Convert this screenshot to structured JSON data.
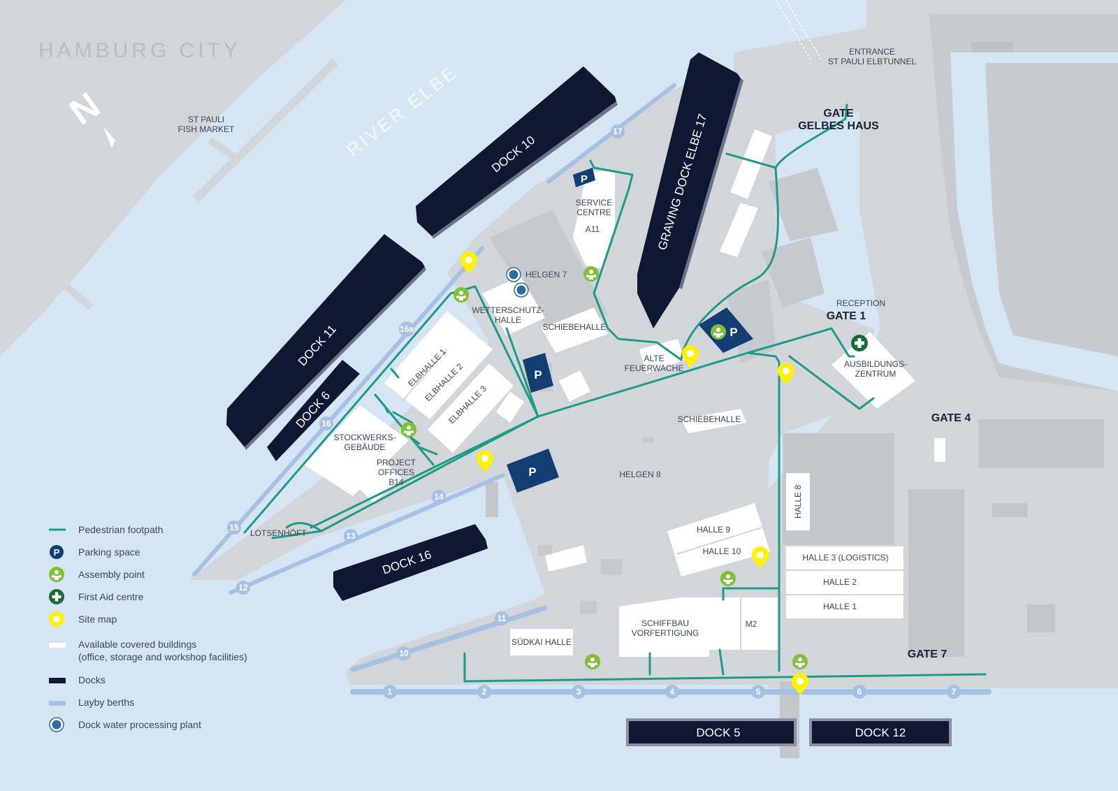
{
  "map": {
    "city_label": "HAMBURG CITY",
    "river_label": "RIVER ELBE",
    "north_label": "N",
    "places": {
      "fish_market": [
        "ST PAULI",
        "FISH MARKET"
      ],
      "entrance": [
        "ENTRANCE",
        "ST PAULI ELBTUNNEL"
      ],
      "service_centre": [
        "SERVICE",
        "CENTRE",
        "A11"
      ],
      "helgen7": "HELGEN 7",
      "wetterschutz": [
        "WETTERSCHUTZ-",
        "HALLE"
      ],
      "schiebehalle_top": "SCHIEBEHALLE",
      "schiebehalle_mid": "SCHIEBEHALLE",
      "alte_feuerwache": [
        "ALTE",
        "FEUERWACHE"
      ],
      "reception": "RECEPTION",
      "ausbildung": [
        "AUSBILDUNGS-",
        "ZENTRUM"
      ],
      "elbhalle1": "ELBHALLE 1",
      "elbhalle2": "ELBHALLE 2",
      "elbhalle3": "ELBHALLE 3",
      "stockwerks": [
        "STOCKWERKS-",
        "GEBÄUDE"
      ],
      "project_offices": [
        "PROJECT",
        "OFFICES",
        "B14"
      ],
      "lotsenhoeft": "LOTSENHÖFT",
      "helgen8": "HELGEN 8",
      "halle9": "HALLE 9",
      "halle10": "HALLE 10",
      "halle8": "HALLE 8",
      "halle3": "HALLE 3 (LOGISTICS)",
      "halle2": "HALLE 2",
      "halle1": "HALLE 1",
      "schiffbau": [
        "SCHIFFBAU",
        "VORFERTIGUNG"
      ],
      "m2": "M2",
      "suedkai": "SÜDKAI HALLE"
    },
    "gates": {
      "gelbes_haus": [
        "GATE",
        "GELBES HAUS"
      ],
      "gate1": "GATE 1",
      "gate4": "GATE 4",
      "gate7": "GATE 7"
    },
    "docks": {
      "dock10": "DOCK 10",
      "dock11": "DOCK 11",
      "dock6": "DOCK 6",
      "dock16": "DOCK 16",
      "dock17": "GRAVING DOCK ELBE 17",
      "dock5": "DOCK 5",
      "dock12": "DOCK 12"
    },
    "berths": [
      "1",
      "2",
      "3",
      "4",
      "5",
      "6",
      "7",
      "10",
      "11",
      "12",
      "13",
      "14",
      "15",
      "16",
      "16a",
      "17"
    ],
    "parking_letter": "P"
  },
  "legend": {
    "items": [
      {
        "icon": "footpath-line",
        "label": "Pedestrian footpath"
      },
      {
        "icon": "parking-icon",
        "label": "Parking space"
      },
      {
        "icon": "assembly-point-icon",
        "label": "Assembly point"
      },
      {
        "icon": "first-aid-icon",
        "label": "First Aid centre"
      },
      {
        "icon": "site-map-pin-icon",
        "label": "Site map"
      },
      {
        "icon": "covered-building-swatch",
        "label": "Available covered buildings",
        "label2": "(office, storage and workshop facilities)"
      },
      {
        "icon": "dock-swatch",
        "label": "Docks"
      },
      {
        "icon": "layby-berth-swatch",
        "label": "Layby berths"
      },
      {
        "icon": "water-plant-icon",
        "label": "Dock water processing plant"
      }
    ]
  },
  "colors": {
    "water": "#d6e5f3",
    "land": "#d2d5d9",
    "land_dark": "#c3c7cc",
    "building": "#ffffff",
    "dock": "#0f1733",
    "berth": "#a7c1e4",
    "footpath": "#1e9b86",
    "parking": "#123e74",
    "assembly": "#7fbf3a",
    "first_aid": "#1b6b3a",
    "site_map": "#fff200",
    "water_plant": "#2e6c9e"
  }
}
